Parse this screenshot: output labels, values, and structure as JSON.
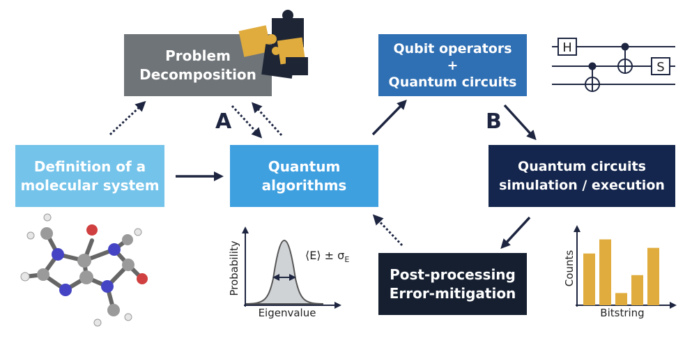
{
  "boxes": {
    "problem": {
      "line1": "Problem",
      "line2": "Decomposition",
      "color": "#6f7478"
    },
    "qubit": {
      "line1": "Qubit operators",
      "line2": "+",
      "line3": "Quantum circuits",
      "color": "#2f6fb3"
    },
    "definition": {
      "line1": "Definition of a",
      "line2": "molecular system",
      "color": "#74c3ea"
    },
    "qalg": {
      "line1": "Quantum",
      "line2": "algorithms",
      "color": "#3fa0e0"
    },
    "qcsim": {
      "line1": "Quantum circuits",
      "line2": "simulation / execution",
      "color": "#14264d"
    },
    "post": {
      "line1": "Post-processing",
      "line2": "Error-mitigation",
      "color": "#151f30"
    }
  },
  "labels": {
    "a": "A",
    "b": "B"
  },
  "circuit": {
    "gate_h": "H",
    "gate_s": "S"
  },
  "distribution": {
    "ylabel": "Probability",
    "xlabel": "Eigenvalue",
    "annotation": "⟨E⟩ ± σ",
    "annotation_sub": "E"
  },
  "histogram": {
    "ylabel": "Counts",
    "xlabel": "Bitstring",
    "bar_color": "#e0ac3e"
  },
  "chart_data": {
    "type": "bar",
    "title": "",
    "xlabel": "Bitstring",
    "ylabel": "Counts",
    "categories": [
      "",
      "",
      "",
      "",
      "",
      ""
    ],
    "values": [
      5.5,
      7.0,
      1.3,
      3.2,
      6.1,
      0
    ],
    "ylim": [
      0,
      8
    ]
  },
  "icons": [
    "puzzle-icon",
    "molecule-icon"
  ],
  "colors": {
    "arrow": "#1d2540",
    "puzzle_gold": "#e0ac3e",
    "puzzle_dark": "#1e2535"
  }
}
